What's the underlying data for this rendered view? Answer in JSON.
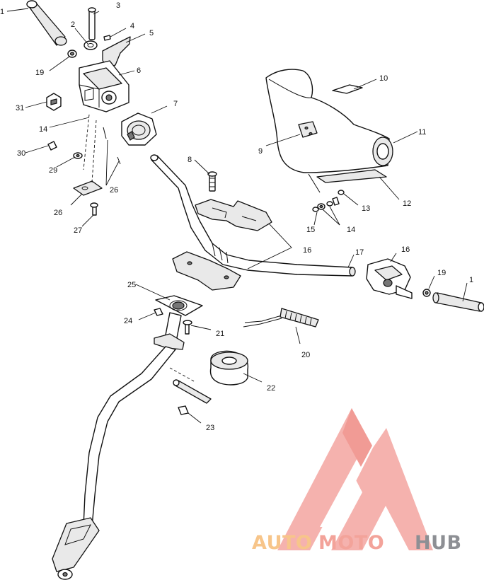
{
  "diagram": {
    "callouts": [
      {
        "id": "c1a",
        "text": "1"
      },
      {
        "id": "c2",
        "text": "2"
      },
      {
        "id": "c3",
        "text": "3"
      },
      {
        "id": "c4",
        "text": "4"
      },
      {
        "id": "c5",
        "text": "5"
      },
      {
        "id": "c6",
        "text": "6"
      },
      {
        "id": "c7",
        "text": "7"
      },
      {
        "id": "c8",
        "text": "8"
      },
      {
        "id": "c9",
        "text": "9"
      },
      {
        "id": "c10",
        "text": "10"
      },
      {
        "id": "c11",
        "text": "11"
      },
      {
        "id": "c12",
        "text": "12"
      },
      {
        "id": "c13",
        "text": "13"
      },
      {
        "id": "c14a",
        "text": "14"
      },
      {
        "id": "c14b",
        "text": "14"
      },
      {
        "id": "c15",
        "text": "15"
      },
      {
        "id": "c16a",
        "text": "16"
      },
      {
        "id": "c16b",
        "text": "16"
      },
      {
        "id": "c17",
        "text": "17"
      },
      {
        "id": "c19a",
        "text": "19"
      },
      {
        "id": "c19b",
        "text": "19"
      },
      {
        "id": "c1b",
        "text": "1"
      },
      {
        "id": "c20",
        "text": "20"
      },
      {
        "id": "c21",
        "text": "21"
      },
      {
        "id": "c22",
        "text": "22"
      },
      {
        "id": "c23",
        "text": "23"
      },
      {
        "id": "c24",
        "text": "24"
      },
      {
        "id": "c25",
        "text": "25"
      },
      {
        "id": "c26a",
        "text": "26"
      },
      {
        "id": "c26b",
        "text": "26"
      },
      {
        "id": "c27",
        "text": "27"
      },
      {
        "id": "c29",
        "text": "29"
      },
      {
        "id": "c30",
        "text": "30"
      },
      {
        "id": "c31",
        "text": "31"
      }
    ]
  },
  "watermark": {
    "part1": "AUTO",
    "part2": "MOTO",
    "part3": "HUB",
    "colors": {
      "logo": "#f4a5a0",
      "logo_dark": "#ef8a83",
      "auto": "#f7c58a",
      "moto": "#f3a39a",
      "hub": "#8d8f94"
    }
  }
}
